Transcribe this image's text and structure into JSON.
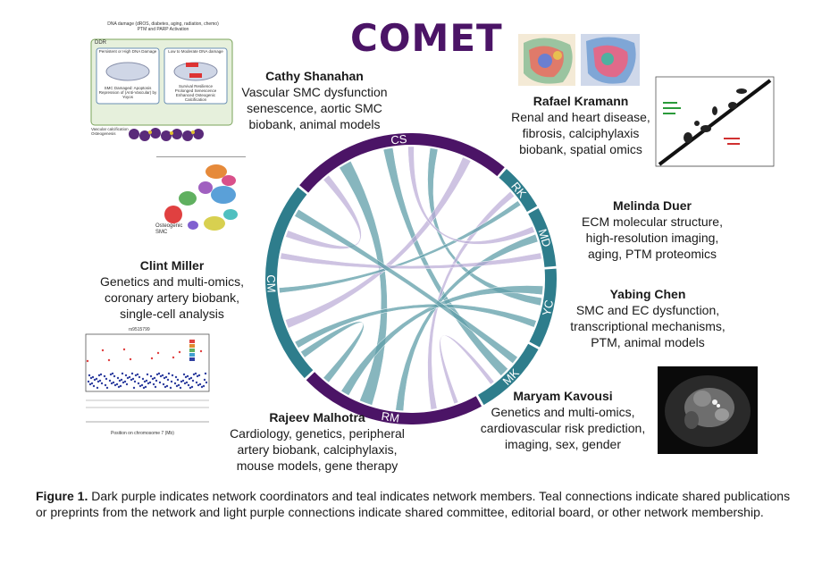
{
  "logo": "COMET",
  "colors": {
    "coordinator": "#4b1466",
    "member": "#2e7d8c",
    "teal_link": "#5f9ea8",
    "purple_link": "#b9a9d6"
  },
  "members": [
    {
      "id": "CS",
      "name": "Cathy Shanahan",
      "desc": "Vascular SMC dysfunction\nsenescence, aortic SMC\nbiobank, animal models",
      "role": "coordinator"
    },
    {
      "id": "RK",
      "name": "Rafael Kramann",
      "desc": "Renal and heart disease,\nfibrosis, calciphylaxis\nbiobank, spatial omics",
      "role": "member"
    },
    {
      "id": "MD",
      "name": "Melinda Duer",
      "desc": "ECM molecular structure,\nhigh-resolution imaging,\naging, PTM proteomics",
      "role": "member"
    },
    {
      "id": "YC",
      "name": "Yabing Chen",
      "desc": "SMC and EC dysfunction,\ntranscriptional mechanisms,\nPTM, animal models",
      "role": "member"
    },
    {
      "id": "MK",
      "name": "Maryam Kavousi",
      "desc": "Genetics and multi-omics,\ncardiovascular risk prediction,\nimaging, sex, gender",
      "role": "member"
    },
    {
      "id": "RM",
      "name": "Rajeev Malhotra",
      "desc": "Cardiology, genetics, peripheral\nartery biobank, calciphylaxis,\nmouse models, gene therapy",
      "role": "coordinator"
    },
    {
      "id": "CM",
      "name": "Clint Miller",
      "desc": "Genetics and multi-omics,\ncoronary artery biobank,\nsingle-cell analysis",
      "role": "member"
    }
  ],
  "caption": {
    "label": "Figure 1.",
    "text": " Dark purple indicates network coordinators and teal indicates network members. Teal connections indicate shared publications or preprints from the network and light purple connections indicate shared committee, editorial board, or other network membership."
  },
  "thumbnails": {
    "cs": {
      "top_text": "DNA damage (dROS, diabetes, aging, radiation, chemo)\nPTM and PARP Activation",
      "ddr": "DDR",
      "left_box": "Persistent or High DNA Damage",
      "right_box": "Low to Moderate DNA damage",
      "left_result": "SMC Damaged: Apoptosis\nRepression of (Anti-Vascular) by Yoyos",
      "right_result": "Survival Resilience\nProlonged Senescence\nEnhanced Osteogenic Calcification",
      "bottom": "Vascular calcification\nOsteogenesis"
    },
    "cm": {
      "label": "Osteogenic\nSMC"
    },
    "mh": {
      "title": "rs9515799",
      "axis": "Position on chromosome 7 (Mb)"
    }
  }
}
